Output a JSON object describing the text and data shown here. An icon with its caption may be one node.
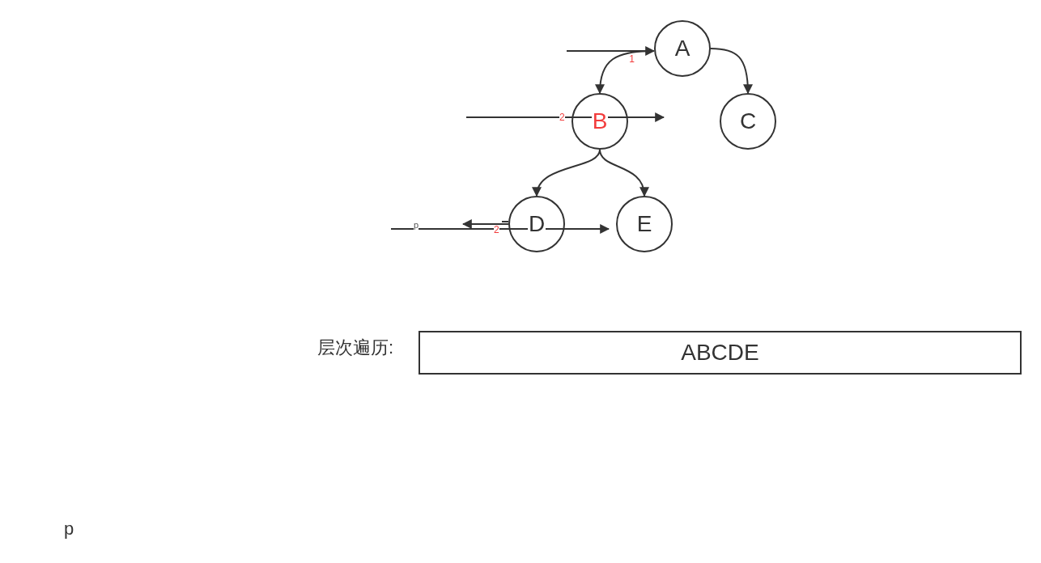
{
  "diagram": {
    "nodes": [
      {
        "text": [
          "A"
        ]
      },
      {
        "text": [
          "B"
        ]
      },
      {
        "text": [
          "C"
        ]
      },
      {
        "text": [
          "D"
        ]
      },
      {
        "text": [
          "E"
        ]
      },
      {
        "text": [
          "ABCDE"
        ],
        "beside": [
          "层次遍历:"
        ]
      }
    ],
    "edges": [
      {
        "from": 0,
        "to": 1,
        "arrow": "to",
        "label": "1"
      },
      {
        "from": 0,
        "to": 2,
        "arrow": "to"
      },
      {
        "from": 1,
        "to": 3,
        "arrow": "to"
      },
      {
        "from": 1,
        "to": 4,
        "arrow": "to"
      },
      {
        "from": null,
        "to": 0,
        "arrow": "to"
      }
    ],
    "labels": [
      "2",
      "p",
      "2",
      "p"
    ]
  }
}
